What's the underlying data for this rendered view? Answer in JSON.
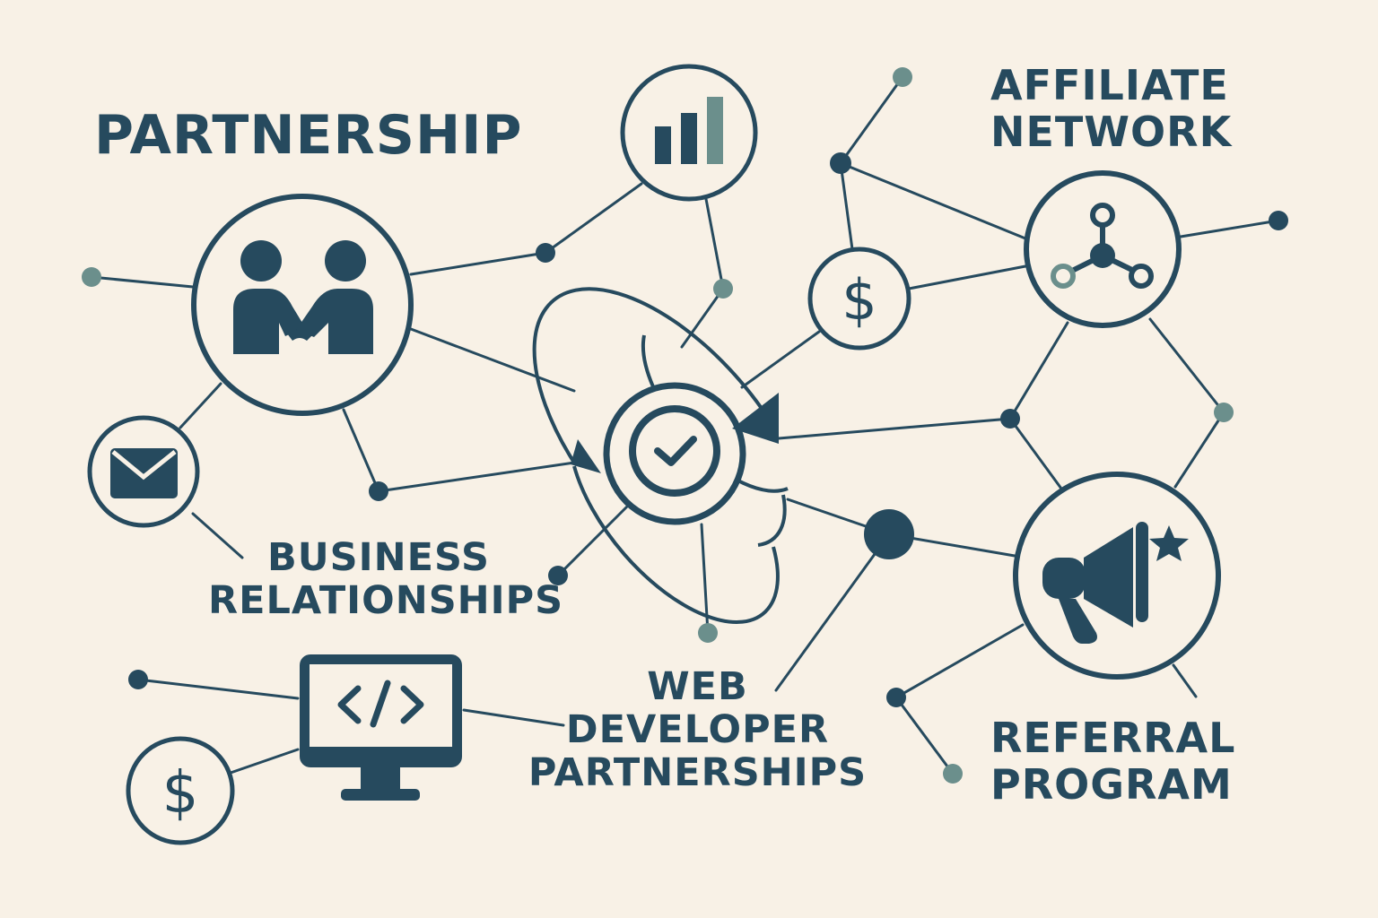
{
  "colors": {
    "background": "#f8f1e6",
    "primary": "#264a5e",
    "accent": "#6b8f8c"
  },
  "labels": {
    "partnership": [
      "PARTNERSHIP"
    ],
    "affiliate": [
      "AFFILIATE",
      "NETWORK"
    ],
    "business": [
      "BUSINESS",
      "RELATIONSHIPS"
    ],
    "webdev": [
      "WEB",
      "DEVELOPER",
      "PARTNERSHIPS"
    ],
    "referral": [
      "REFERRAL",
      "PROGRAM"
    ]
  },
  "icons": {
    "handshake": "handshake-icon",
    "chart": "bar-chart-icon",
    "dollar_top": "dollar-icon",
    "network": "network-icon",
    "sync": "sync-check-icon",
    "envelope": "envelope-icon",
    "megaphone": "megaphone-icon",
    "monitor": "code-monitor-icon",
    "dollar_bottom": "dollar-icon"
  }
}
